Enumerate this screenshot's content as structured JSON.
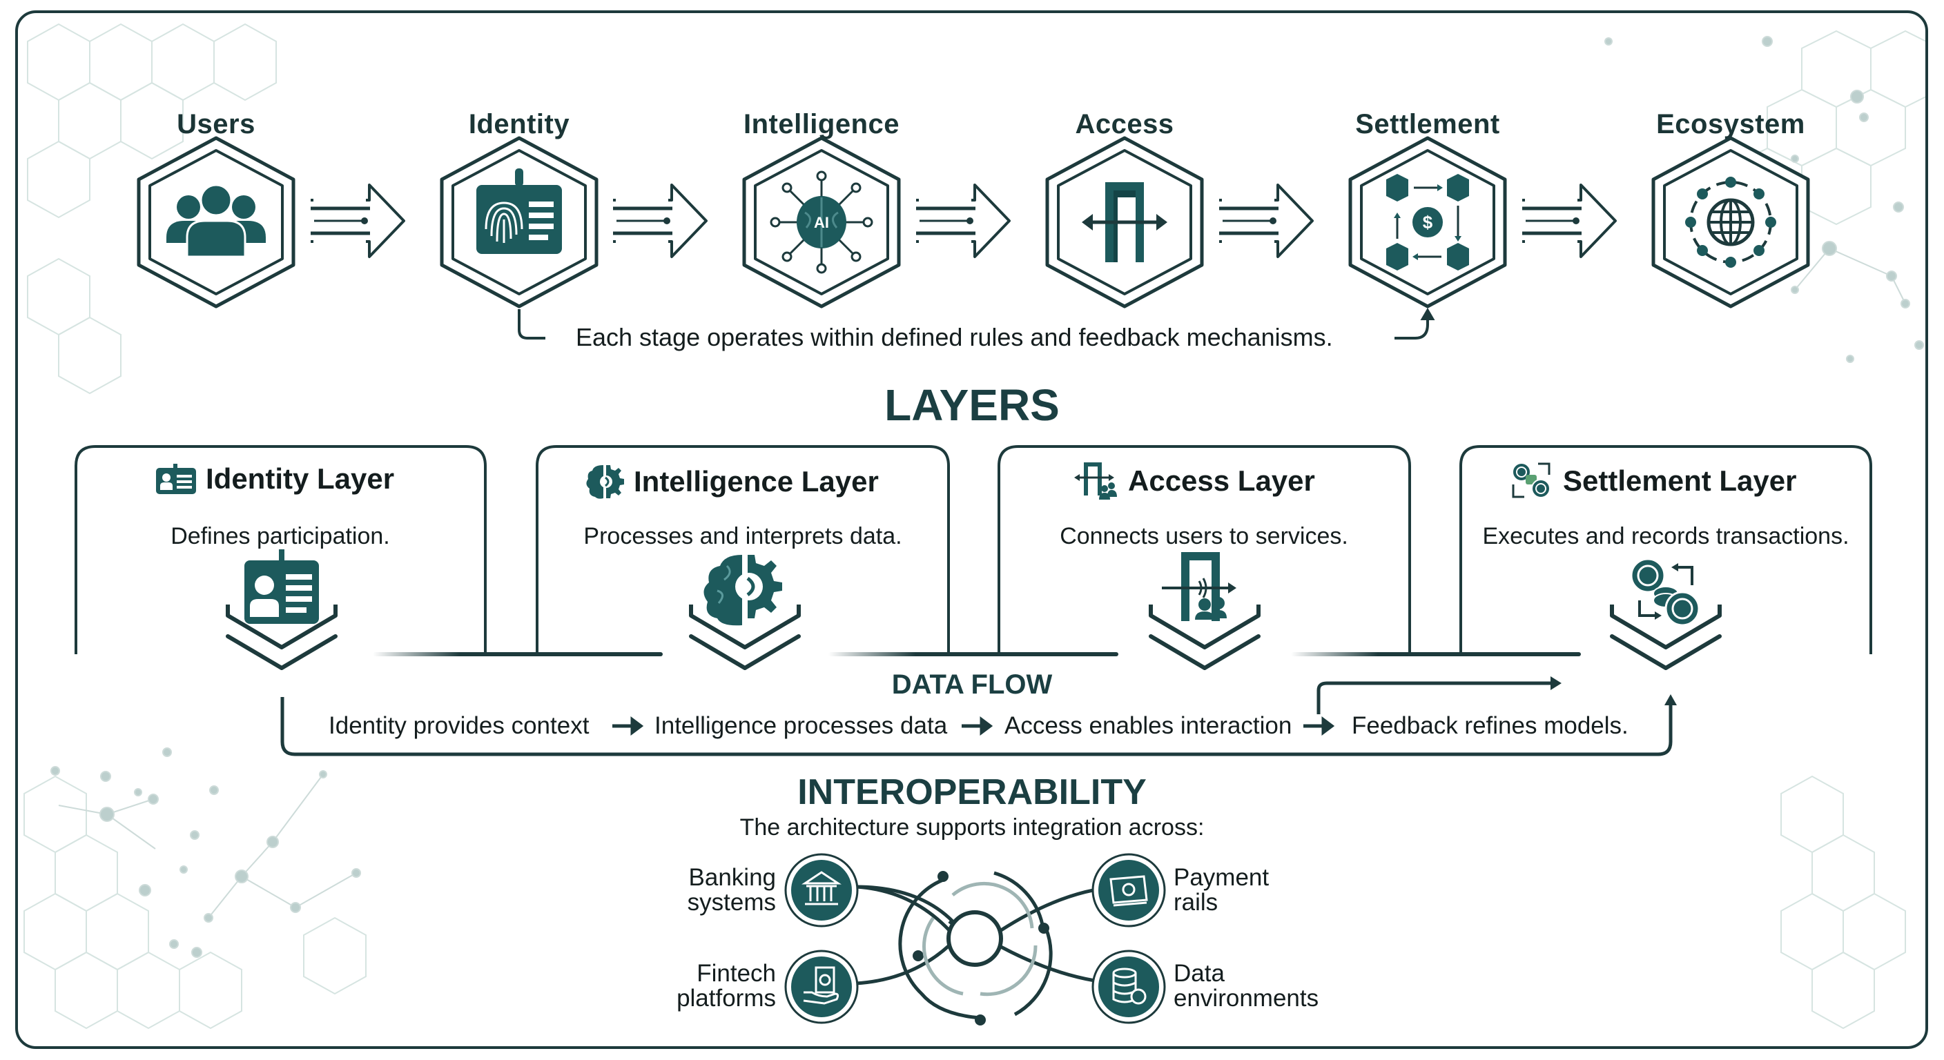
{
  "theme": {
    "primary": "#1d5a5c",
    "outline": "#1d3a3c",
    "text": "#141d1e",
    "decor": "#b8cccb"
  },
  "pipeline": {
    "stages": [
      {
        "label": "Users",
        "icon": "users-icon"
      },
      {
        "label": "Identity",
        "icon": "id-card-fingerprint-icon"
      },
      {
        "label": "Intelligence",
        "icon": "ai-brain-network-icon"
      },
      {
        "label": "Access",
        "icon": "door-access-icon"
      },
      {
        "label": "Settlement",
        "icon": "blockchain-settlement-icon"
      },
      {
        "label": "Ecosystem",
        "icon": "globe-network-icon"
      }
    ],
    "caption": "Each stage operates within defined rules and feedback mechanisms."
  },
  "layers": {
    "heading": "LAYERS",
    "items": [
      {
        "title": "Identity Layer",
        "description": "Defines participation.",
        "icon": "id-badge-icon"
      },
      {
        "title": "Intelligence Layer",
        "description": "Processes and interprets data.",
        "icon": "brain-gear-icon"
      },
      {
        "title": "Access Layer",
        "description": "Connects users to services.",
        "icon": "door-users-icon"
      },
      {
        "title": "Settlement Layer",
        "description": "Executes and records transactions.",
        "icon": "coins-exchange-icon"
      }
    ]
  },
  "data_flow": {
    "heading": "DATA FLOW",
    "steps": [
      "Identity provides context",
      "Intelligence processes data",
      "Access enables interaction",
      "Feedback refines models."
    ]
  },
  "interoperability": {
    "heading": "INTEROPERABILITY",
    "subtitle": "The architecture supports integration across:",
    "targets": [
      {
        "line1": "Banking",
        "line2": "systems",
        "icon": "bank-icon"
      },
      {
        "line1": "Payment",
        "line2": "rails",
        "icon": "banknote-icon"
      },
      {
        "line1": "Fintech",
        "line2": "platforms",
        "icon": "hand-document-icon"
      },
      {
        "line1": "Data",
        "line2": "environments",
        "icon": "database-icon"
      }
    ]
  }
}
